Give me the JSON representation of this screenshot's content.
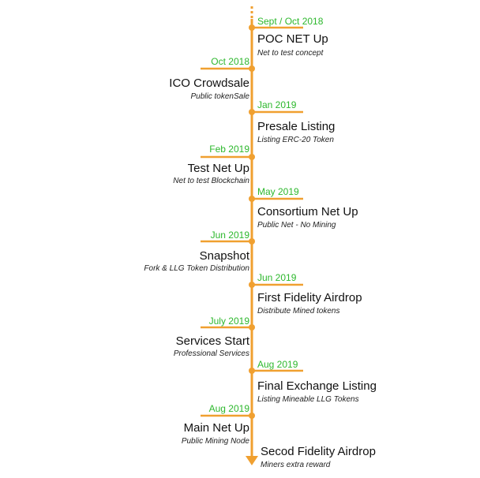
{
  "colors": {
    "line": "#f0a030",
    "date": "#2db82d",
    "title": "#111111",
    "subtitle": "#222222"
  },
  "milestones": [
    {
      "date": "Sept / Oct 2018",
      "title": "POC NET Up",
      "subtitle": "Net to test concept",
      "side": "right"
    },
    {
      "date": "Oct 2018",
      "title": "ICO Crowdsale",
      "subtitle": "Public tokenSale",
      "side": "left"
    },
    {
      "date": "Jan 2019",
      "title": "Presale Listing",
      "subtitle": "Listing ERC-20 Token",
      "side": "right"
    },
    {
      "date": "Feb 2019",
      "title": "Test Net Up",
      "subtitle": "Net to test Blockchain",
      "side": "left"
    },
    {
      "date": "May 2019",
      "title": "Consortium Net Up",
      "subtitle": "Public Net - No Mining",
      "side": "right"
    },
    {
      "date": "Jun 2019",
      "title": "Snapshot",
      "subtitle": "Fork & LLG Token Distribution",
      "side": "left"
    },
    {
      "date": "Jun 2019",
      "title": "First Fidelity Airdrop",
      "subtitle": "Distribute Mined tokens",
      "side": "right"
    },
    {
      "date": "July 2019",
      "title": "Services Start",
      "subtitle": "Professional Services",
      "side": "left"
    },
    {
      "date": "Aug 2019",
      "title": "Final Exchange Listing",
      "subtitle": "Listing Mineable LLG Tokens",
      "side": "right"
    },
    {
      "date": "Aug 2019",
      "title": "Main Net Up",
      "subtitle": "Public Mining Node",
      "side": "left"
    }
  ],
  "final": {
    "title": "Secod Fidelity Airdrop",
    "subtitle": "Miners extra reward"
  }
}
